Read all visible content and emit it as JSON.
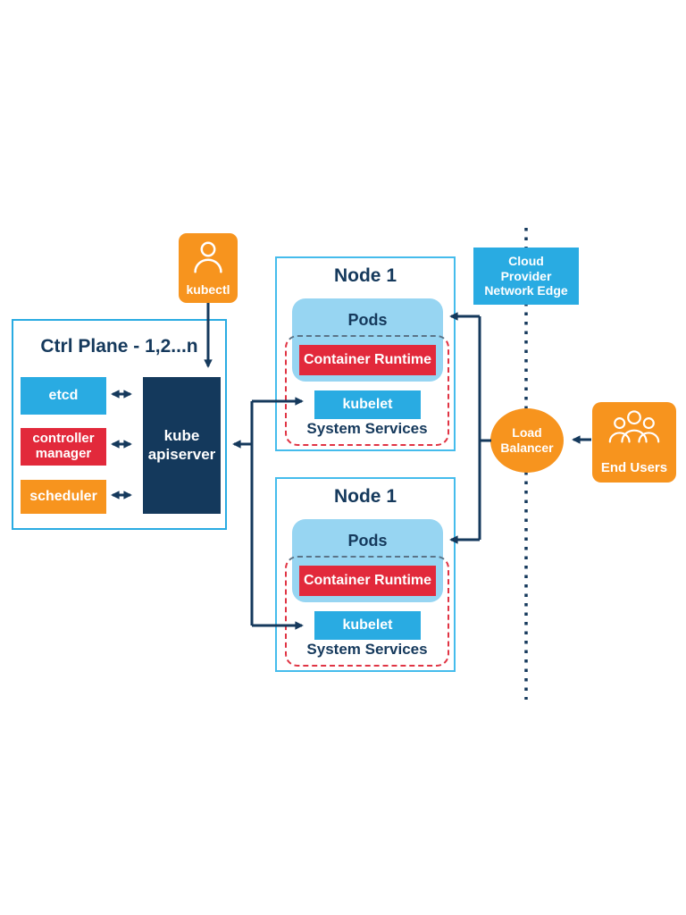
{
  "palette": {
    "orange": "#F7941E",
    "blue": "#29ABE2",
    "pods_light_blue": "#97D5F2",
    "red": "#E2293B",
    "dashed_red": "#E03444",
    "dashed_gray": "#5A7488",
    "navy": "#14395C",
    "node_border_blue": "#45BCEC"
  },
  "kubectl": {
    "label": "kubectl"
  },
  "control_plane": {
    "title": "Ctrl Plane - 1,2...n",
    "etcd": "etcd",
    "controller_manager": "controller manager",
    "scheduler": "scheduler",
    "api_server": "kube apiserver"
  },
  "nodes": [
    {
      "title": "Node 1",
      "pods": "Pods",
      "container_runtime": "Container Runtime",
      "kubelet": "kubelet",
      "system_services": "System Services"
    },
    {
      "title": "Node 1",
      "pods": "Pods",
      "container_runtime": "Container Runtime",
      "kubelet": "kubelet",
      "system_services": "System Services"
    }
  ],
  "cloud_provider_edge": {
    "lines": [
      "Cloud",
      "Provider",
      "Network Edge"
    ]
  },
  "load_balancer": {
    "lines": [
      "Load",
      "Balancer"
    ]
  },
  "end_users": {
    "label": "End Users"
  }
}
